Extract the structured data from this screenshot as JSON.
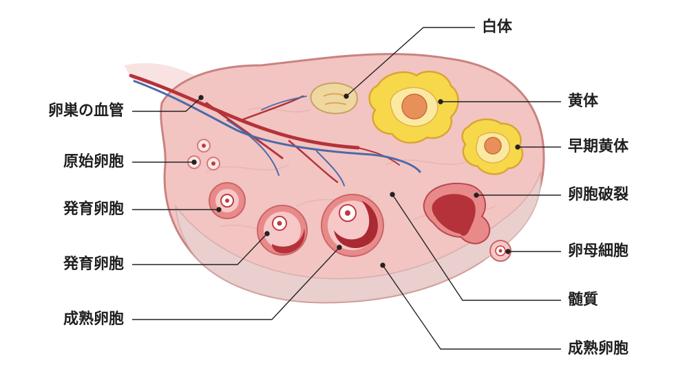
{
  "labels": {
    "ovarian_blood_vessels": "卵巣の血管",
    "primordial_follicle": "原始卵胞",
    "developing_follicle_1": "発育卵胞",
    "developing_follicle_2": "発育卵胞",
    "mature_follicle_left": "成熟卵胞",
    "corpus_albicans": "白体",
    "corpus_luteum": "黄体",
    "early_corpus_luteum": "早期黄体",
    "ruptured_follicle": "卵胞破裂",
    "oocyte": "卵母細胞",
    "medulla": "髄質",
    "mature_follicle_right": "成熟卵胞"
  },
  "colors": {
    "ovary_fill": "#f2c4c2",
    "ovary_outline": "#c9827f",
    "medulla_fill": "#e9cfcd",
    "follicle_outer": "#e88a8a",
    "follicle_inner": "#c0393f",
    "corpus_luteum_yellow": "#f7d84a",
    "corpus_luteum_center": "#e8905a",
    "corpus_albicans": "#f0d7a0",
    "artery": "#b5323a",
    "vein": "#4a6aa8",
    "leader_line": "#222222"
  }
}
